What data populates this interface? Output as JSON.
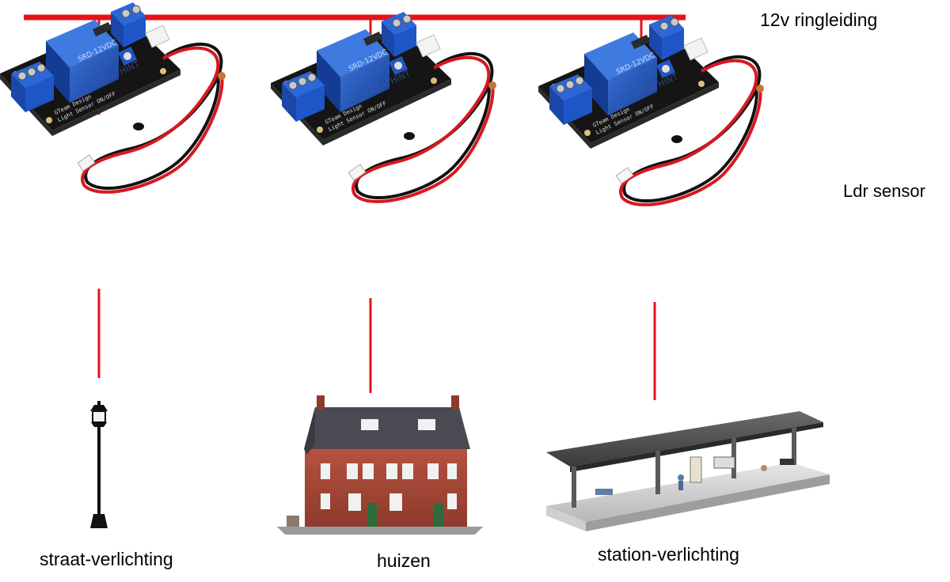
{
  "labels": {
    "ring": "12v ringleiding",
    "sensor": "Ldr sensor",
    "loads": [
      "straat-verlichting",
      "huizen",
      "station-verlichting"
    ]
  },
  "module_text": {
    "brand": "GREATHINT",
    "line1": "GTeam Design",
    "line2": "Light Sensor ON/OFF"
  },
  "colors": {
    "wire": "#e8101a",
    "relay": "#1b4fb5",
    "board": "#151515",
    "terminal": "#1e56c8"
  }
}
